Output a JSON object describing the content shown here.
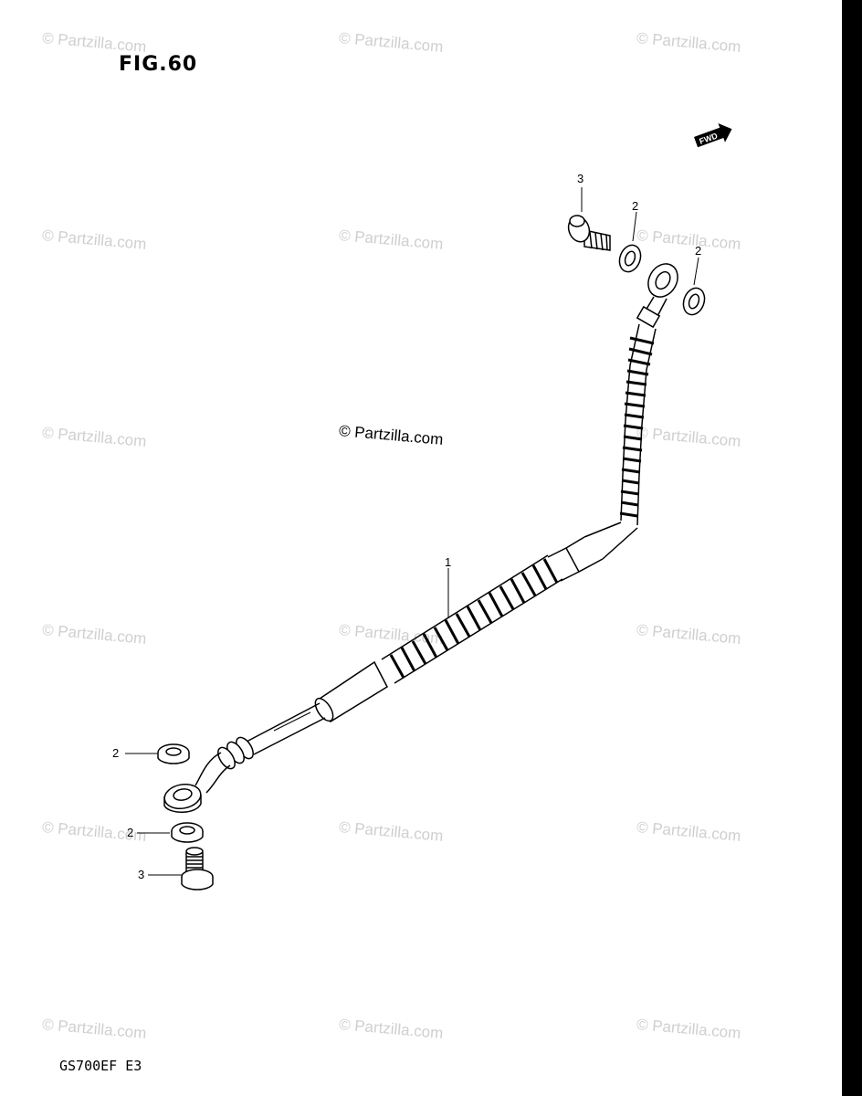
{
  "figure_label": "FIG.60",
  "model_code": "GS700EF  E3",
  "watermark": "© Partzilla.com",
  "direction_badge": "FWD",
  "callouts": {
    "hose": "1",
    "washer": "2",
    "bolt": "3"
  }
}
